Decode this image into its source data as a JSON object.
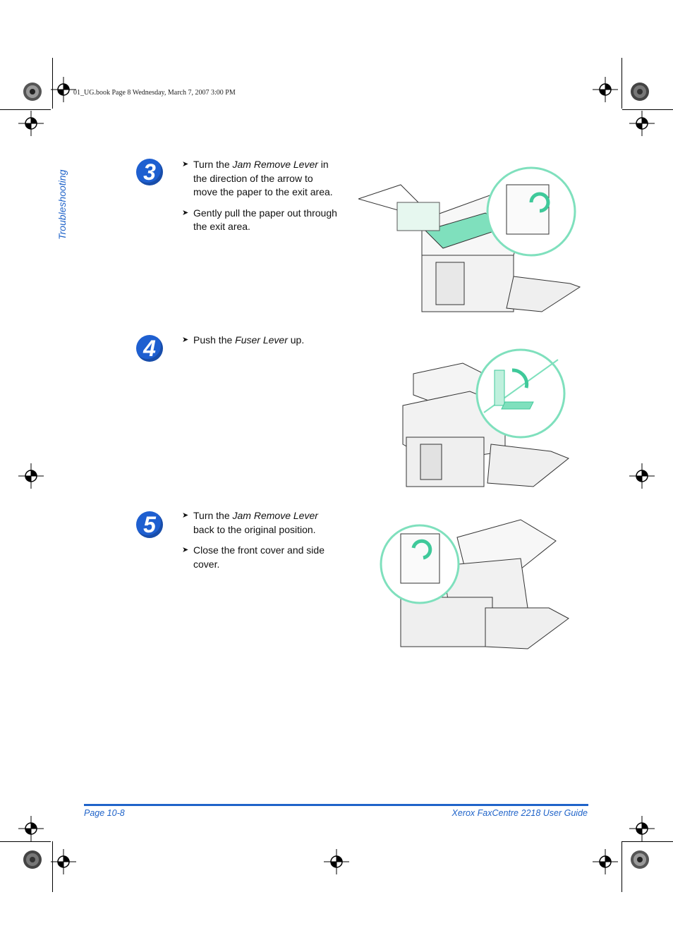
{
  "print_header": "01_UG.book  Page 8  Wednesday, March 7, 2007  3:00 PM",
  "side_title": "Troubleshooting",
  "steps": [
    {
      "number": "3",
      "bullets": [
        {
          "pre": "Turn the ",
          "em": "Jam Remove Lever",
          "post": " in the direction of the arrow to move the paper to the exit area."
        },
        {
          "pre": "Gently pull the paper out through the exit area.",
          "em": "",
          "post": ""
        }
      ]
    },
    {
      "number": "4",
      "bullets": [
        {
          "pre": "Push the ",
          "em": "Fuser Lever",
          "post": " up."
        }
      ]
    },
    {
      "number": "5",
      "bullets": [
        {
          "pre": "Turn the ",
          "em": "Jam Remove Lever",
          "post": " back to the original position."
        },
        {
          "pre": "Close the front cover and side cover.",
          "em": "",
          "post": ""
        }
      ]
    }
  ],
  "footer": {
    "left": "Page 10-8",
    "right": "Xerox FaxCentre 2218 User Guide"
  },
  "colors": {
    "accent": "#1f63c9",
    "illustration_highlight": "#7fe0bd"
  },
  "icons": {
    "bullet": "arrowhead",
    "registration_mark": "crosshair-circle"
  }
}
